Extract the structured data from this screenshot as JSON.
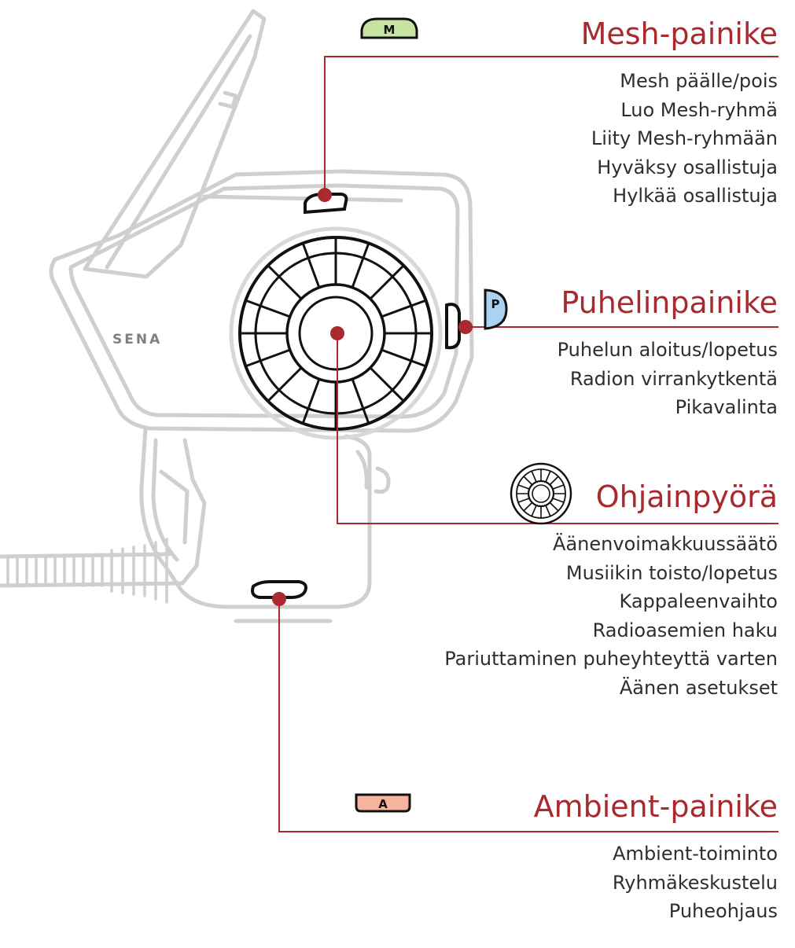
{
  "device": {
    "brand": "SENA"
  },
  "colors": {
    "accent": "#a82a2f",
    "mesh_badge": "#c6e3a4",
    "phone_badge": "#a9d3f0",
    "ambient_badge": "#f6b39d",
    "device_outline": "#cfcfcf"
  },
  "buttons": {
    "mesh": {
      "badge": "M",
      "title": "Mesh-painike",
      "functions": [
        "Mesh päälle/pois",
        "Luo Mesh-ryhmä",
        "Liity Mesh-ryhmään",
        "Hyväksy osallistuja",
        "Hylkää osallistuja"
      ]
    },
    "phone": {
      "badge": "P",
      "title": "Puhelinpainike",
      "functions": [
        "Puhelun aloitus/lopetus",
        "Radion virrankytkentä",
        "Pikavalinta"
      ]
    },
    "jog_dial": {
      "icon": "jog-dial-icon",
      "title": "Ohjainpyörä",
      "functions": [
        "Äänenvoimakkuussäätö",
        "Musiikin toisto/lopetus",
        "Kappaleenvaihto",
        "Radioasemien haku",
        "Pariuttaminen puheyhteyttä varten",
        "Äänen asetukset"
      ]
    },
    "ambient": {
      "badge": "A",
      "title": "Ambient-painike",
      "functions": [
        "Ambient-toiminto",
        "Ryhmäkeskustelu",
        "Puheohjaus"
      ]
    }
  }
}
